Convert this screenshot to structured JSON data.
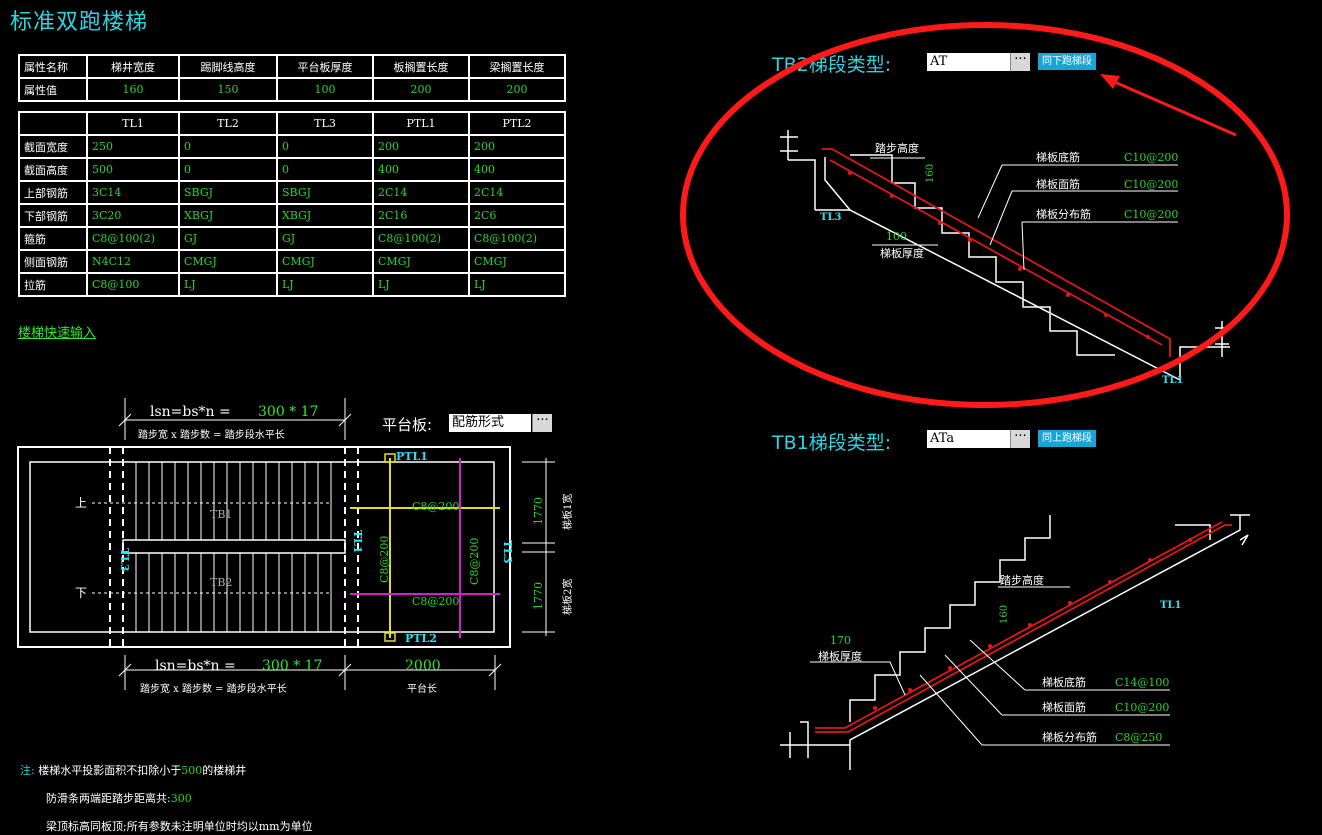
{
  "title": "标准双跑楼梯",
  "attr_table": {
    "rows": [
      [
        "属性名称",
        "梯井宽度",
        "踢脚线高度",
        "平台板厚度",
        "板搁置长度",
        "梁搁置长度"
      ],
      [
        "属性值",
        "160",
        "150",
        "100",
        "200",
        "200"
      ]
    ]
  },
  "beam_table": {
    "header": [
      "",
      "TL1",
      "TL2",
      "TL3",
      "PTL1",
      "PTL2"
    ],
    "rows": [
      [
        "截面宽度",
        "250",
        "0",
        "0",
        "200",
        "200"
      ],
      [
        "截面高度",
        "500",
        "0",
        "0",
        "400",
        "400"
      ],
      [
        "上部钢筋",
        "3C14",
        "SBGJ",
        "SBGJ",
        "2C14",
        "2C14"
      ],
      [
        "下部钢筋",
        "3C20",
        "XBGJ",
        "XBGJ",
        "2C16",
        "2C6"
      ],
      [
        "箍筋",
        "C8@100(2)",
        "GJ",
        "GJ",
        "C8@100(2)",
        "C8@100(2)"
      ],
      [
        "侧面钢筋",
        "N4C12",
        "CMGJ",
        "CMGJ",
        "CMGJ",
        "CMGJ"
      ],
      [
        "拉筋",
        "C8@100",
        "LJ",
        "LJ",
        "LJ",
        "LJ"
      ]
    ]
  },
  "quick_input": "楼梯快速输入",
  "plan": {
    "top_formula_prefix": "lsn=bs*n = ",
    "top_formula_val": "300 * 17",
    "top_formula_note": "踏步宽 x 踏步数 = 踏步段水平长",
    "platform_label": "平台板:",
    "platform_value": "配筋形式",
    "bottom_formula_prefix": "lsn=bs*n = ",
    "bottom_formula_val": "300 * 17",
    "bottom_formula_note": "踏步宽 x 踏步数 = 踏步段水平长",
    "platform_length": "2000",
    "platform_length_label": "平台长",
    "up": "上",
    "down": "下",
    "tb1": "TB1",
    "tb2": "TB2",
    "tl3_left": "TL3",
    "tl1_mid": "TL1",
    "tl3_right": "TL3",
    "ptl1": "PTL1",
    "ptl2": "PTL2",
    "rebar_1": "C8@200",
    "rebar_2": "C8@200",
    "rebar_3": "C8@200",
    "rebar_4": "C8@200",
    "width1": "1770",
    "width1_label": "梯板1宽",
    "width2": "1770",
    "width2_label": "梯板2宽"
  },
  "notes": {
    "prefix": "注:",
    "line1_a": "楼梯水平投影面积不扣除小于",
    "line1_b": "500",
    "line1_c": "的楼梯井",
    "line2_a": "防滑条两端距踏步距离共:",
    "line2_b": "300",
    "line3": "梁顶标高同板顶;所有参数未注明单位时均以mm为单位"
  },
  "tb2_panel": {
    "label": "TB2梯段类型:",
    "value": "AT",
    "button": "同下跑梯段",
    "step_height": "踏步高度",
    "step_h_val": "160",
    "bottom_rebar": "梯板底筋",
    "bottom_rebar_val": "C10@200",
    "top_rebar": "梯板面筋",
    "top_rebar_val": "C10@200",
    "dist_rebar": "梯板分布筋",
    "dist_rebar_val": "C10@200",
    "thickness_val": "100",
    "thickness": "梯板厚度",
    "tl_left": "TL3",
    "tl_right": "TL1"
  },
  "tb1_panel": {
    "label": "TB1梯段类型:",
    "value": "ATa",
    "button": "同上跑梯段",
    "step_height": "踏步高度",
    "step_h_val": "160",
    "thickness_val": "170",
    "thickness": "梯板厚度",
    "bottom_rebar": "梯板底筋",
    "bottom_rebar_val": "C14@100",
    "top_rebar": "梯板面筋",
    "top_rebar_val": "C10@200",
    "dist_rebar": "梯板分布筋",
    "dist_rebar_val": "C8@250",
    "tl_right": "TL1"
  },
  "colors": {
    "accent": "#2fd2e0",
    "value_green": "#28d628",
    "highlight_red": "#ff1a1a",
    "button_blue": "#1aa3d6"
  }
}
